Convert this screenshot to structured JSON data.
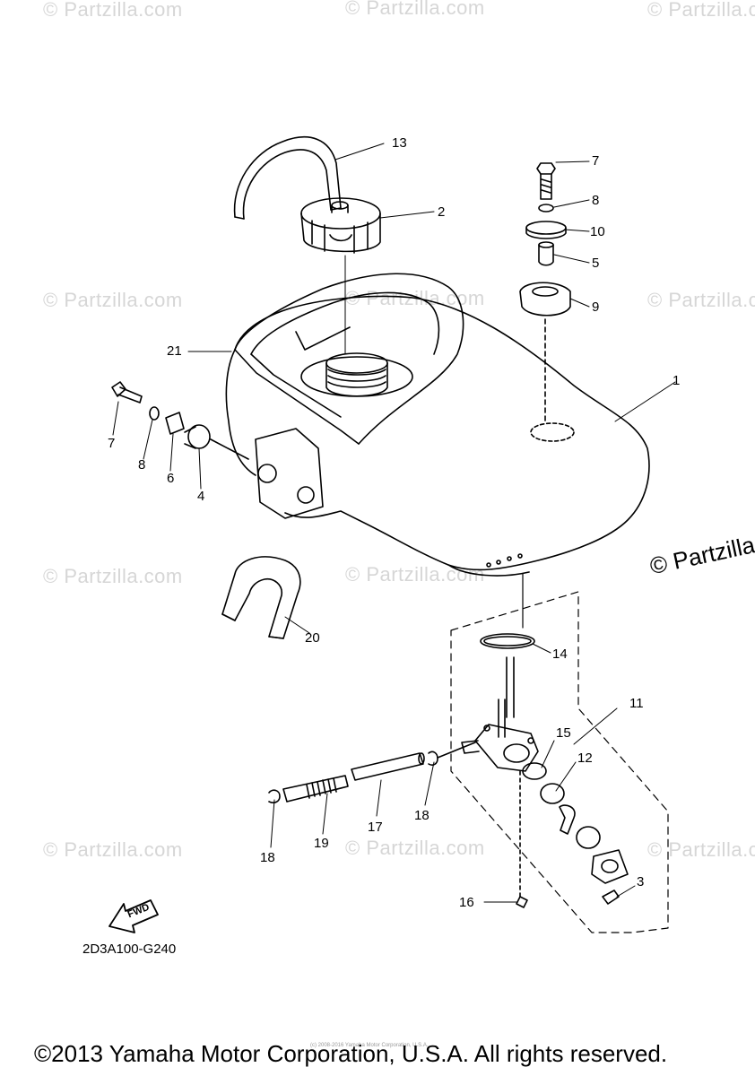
{
  "watermark": "© Partzilla.com",
  "watermark_big": "© Partzilla",
  "diagram_code": "2D3A100-G240",
  "fwd_label": "FWD",
  "copyright": "©2013 Yamaha Motor Corporation, U.S.A. All rights reserved.",
  "tiny_note": "(c) 2008-2016 Yamaha Motor Corporation, U.S.A.",
  "callouts": [
    "1",
    "2",
    "3",
    "4",
    "5",
    "6",
    "7",
    "7",
    "8",
    "8",
    "9",
    "10",
    "11",
    "12",
    "13",
    "14",
    "15",
    "16",
    "17",
    "18",
    "18",
    "19",
    "20",
    "21"
  ]
}
